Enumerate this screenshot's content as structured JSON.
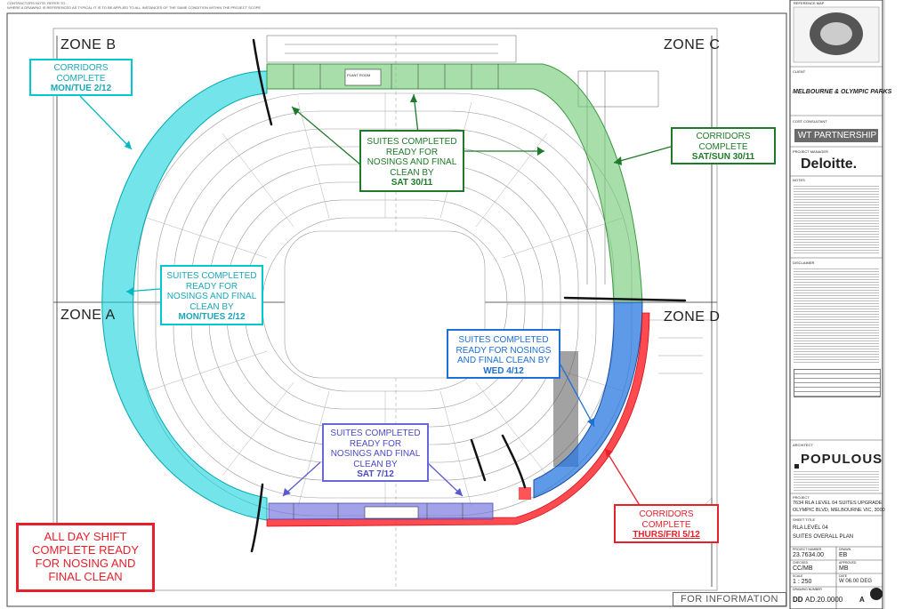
{
  "header": {
    "note_line1": "CONTRACTORS NOTE: REFER TO...",
    "note_line2": "WHERE A DRAWING IS REFERENCED AS TYPICAL IT IS TO BE APPLIED TO ALL INSTANCES OF THE SAME CONDITION WITHIN THE PROJECT SCOPE"
  },
  "zones": {
    "b": "ZONE B",
    "c": "ZONE C",
    "a": "ZONE A",
    "d": "ZONE D"
  },
  "callouts": {
    "corridors_b": {
      "line1": "CORRIDORS",
      "line2": "COMPLETE",
      "date": "MON/TUE 2/12"
    },
    "suites_green": {
      "line1": "SUITES COMPLETED",
      "line2": "READY FOR",
      "line3": "NOSINGS AND FINAL",
      "line4": "CLEAN BY",
      "date": "SAT 30/11"
    },
    "corridors_c": {
      "line1": "CORRIDORS",
      "line2": "COMPLETE",
      "date": "SAT/SUN 30/11"
    },
    "suites_cyan": {
      "line1": "SUITES COMPLETED",
      "line2": "READY FOR",
      "line3": "NOSINGS AND FINAL",
      "line4": "CLEAN BY",
      "date": "MON/TUES 2/12"
    },
    "suites_blue": {
      "line1": "SUITES COMPLETED",
      "line2": "READY FOR NOSINGS",
      "line3": "AND FINAL CLEAN BY",
      "date": "WED 4/12"
    },
    "suites_purple": {
      "line1": "SUITES COMPLETED",
      "line2": "READY FOR",
      "line3": "NOSINGS AND FINAL",
      "line4": "CLEAN BY",
      "date": "SAT 7/12"
    },
    "corridors_red": {
      "line1": "CORRIDORS",
      "line2": "COMPLETE",
      "date": "THURS/FRI 5/12"
    },
    "all_day": {
      "line1": "ALL DAY SHIFT",
      "line2": "COMPLETE READY",
      "line3": "FOR NOSING AND",
      "line4": "FINAL CLEAN"
    }
  },
  "plan_labels": {
    "plant_room": "PLANT ROOM"
  },
  "for_information": "FOR INFORMATION",
  "title_block": {
    "reference_map": "REFERENCE MAP",
    "client_label": "CLIENT",
    "client_name": "MELBOURNE & OLYMPIC PARKS",
    "cost_consultant_label": "COST CONSULTANT",
    "cost_consultant": "WT PARTNERSHIP",
    "project_manager_label": "PROJECT MANAGER",
    "project_manager": "Deloitte.",
    "notes_label": "NOTES",
    "disclaimer_label": "DISCLAIMER",
    "architect_label": "ARCHITECT",
    "architect": "POPULOUS",
    "project_label": "PROJECT",
    "project_line1": "7634 RLA LEVEL 04 SUITES UPGRADE",
    "project_line2": "OLYMPIC BLVD, MELBOURNE VIC, 3000",
    "sheet_title_label": "SHEET TITLE",
    "sheet_title_line1": "RLA LEVEL 04",
    "sheet_title_line2": "SUITES OVERALL PLAN",
    "project_number_label": "PROJECT NUMBER",
    "project_number": "23.7634.00",
    "drawn_label": "DRAWN",
    "drawn": "EB",
    "checked_label": "CHECKED",
    "checked": "CC/MB",
    "approved_label": "APPROVED",
    "approved": "MB",
    "scale_label": "SCALE",
    "scale": "1 : 250",
    "date_label": "DATE",
    "date": "W 06.00 DEG",
    "drawing_number_label": "DRAWING NUMBER",
    "drawing_number": "AD.20.0000",
    "revision": "A",
    "drawing_prefix": "DD"
  },
  "colors": {
    "cyan": "#00c8d0",
    "green": "#4bb850",
    "blue": "#1e6fd6",
    "purple": "#6868d8",
    "red": "#e8202a",
    "dark_green": "#1e7a28",
    "cyan_text": "#1aa8b8",
    "blue_text": "#1e6fd6",
    "purple_text": "#4a4ac8"
  }
}
